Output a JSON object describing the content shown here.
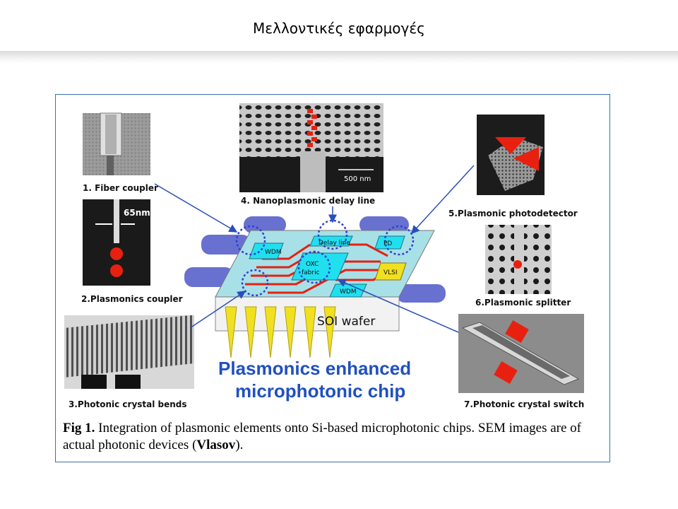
{
  "slide": {
    "title": "Μελλοντικές εφαρμογές"
  },
  "figure": {
    "labels": {
      "fiber_coupler": "1. Fiber coupler",
      "plasmonics_coupler": "2.Plasmonics coupler",
      "crystal_bends": "3.Photonic crystal bends",
      "delay_line": "4. Nanoplasmonic delay line",
      "photodetector": "5.Plasmonic photodetector",
      "splitter": "6.Plasmonic splitter",
      "switch": "7.Photonic crystal switch",
      "scale_65nm": "65nm",
      "scale_500nm": "500 nm"
    },
    "chip": {
      "wdm_top": "WDM",
      "delay": "Delay line",
      "pd": "PD",
      "oxc_1": "OXC",
      "oxc_2": "fabric",
      "vlsi": "VLSI",
      "wdm_bottom": "WDM",
      "soi": "SOI wafer"
    },
    "headline_1": "Plasmonics enhanced",
    "headline_2": "microphotonic chip",
    "caption": {
      "lead": "Fig 1.",
      "text": " Integration of plasmonic elements onto Si-based microphotonic chips. SEM images are of actual photonic devices (",
      "author": "Vlasov",
      "tail": ")."
    }
  },
  "colors": {
    "frame": "#3a6fb0",
    "headline": "#2050c0",
    "chip_top": "#a8e0e8",
    "cyan_box": "#20e0f0",
    "trace": "#e82010",
    "yellow": "#f0e020"
  }
}
